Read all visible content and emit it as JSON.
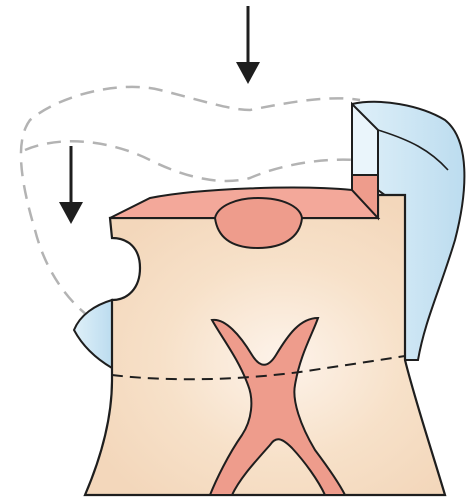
{
  "figure": {
    "colors": {
      "dentin": "#f5dcc2",
      "dentin_glow": "#fbefe2",
      "pulp": "#ee9c8c",
      "pulp_top": "#f3a89a",
      "enamel": "#cfe6f3",
      "enamel_light": "#eaf5fb",
      "outline": "#1e1e1e",
      "dashed": "#b3b3b3",
      "arrow": "#1e1e1e"
    },
    "arrows": [
      {
        "name": "force-arrow-occlusal",
        "direction": "down"
      },
      {
        "name": "force-arrow-cusp",
        "direction": "down"
      }
    ]
  }
}
